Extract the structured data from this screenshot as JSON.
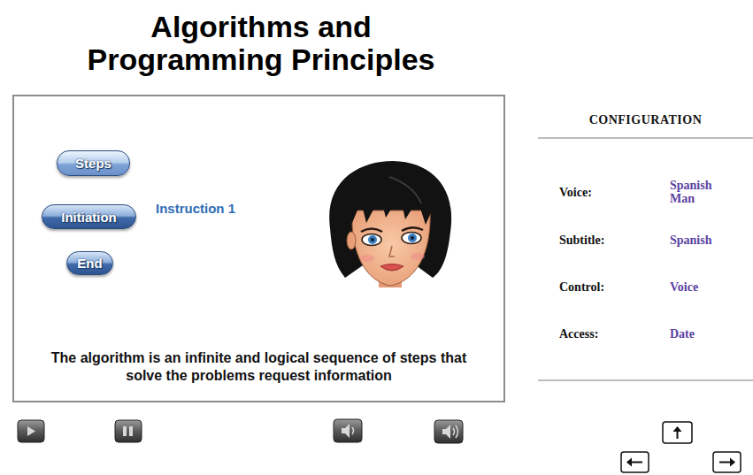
{
  "diagram": {
    "title": "Algorithms and Programming Principles",
    "nodes": [
      {
        "text": [
          "The algorithm is an infinite and logical sequence of steps that solve the problems request information"
        ]
      },
      {
        "text": [
          "Steps"
        ],
        "in": 0
      },
      {
        "text": [
          "Initiation"
        ],
        "in": 0
      },
      {
        "text": [
          "End"
        ],
        "in": 0
      }
    ],
    "labels": [
      "Instruction 1",
      "CONFIGURATION",
      "Voice:",
      "Spanish Man",
      "Subtitle:",
      "Spanish",
      "Control:",
      "Voice",
      "Access:",
      "Date"
    ]
  }
}
